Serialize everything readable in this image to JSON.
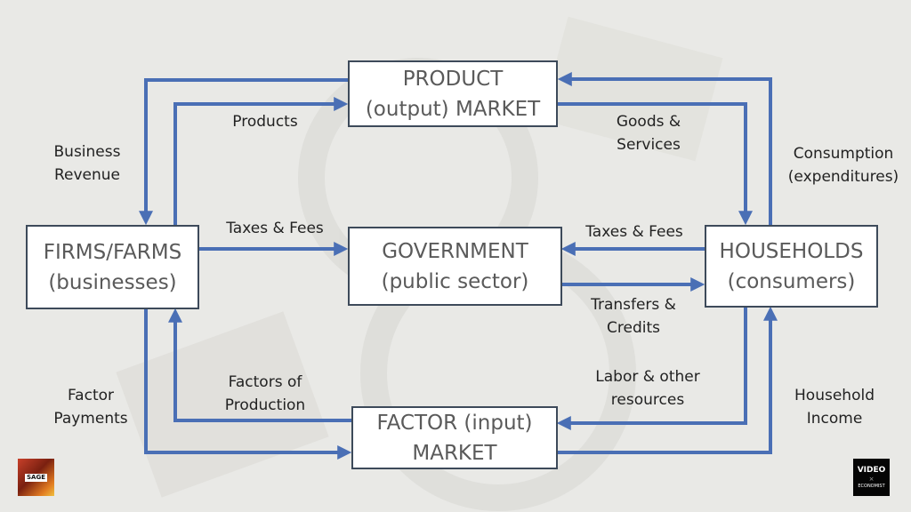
{
  "boxes": {
    "product": {
      "line1": "PRODUCT",
      "line2": "(output) MARKET"
    },
    "government": {
      "line1": "GOVERNMENT",
      "line2": "(public sector)"
    },
    "firms": {
      "line1": "FIRMS/FARMS",
      "line2": "(businesses)"
    },
    "households": {
      "line1": "HOUSEHOLDS",
      "line2": "(consumers)"
    },
    "factor": {
      "line1": "FACTOR (input)",
      "line2": "MARKET"
    }
  },
  "flows": {
    "business_revenue": {
      "line1": "Business",
      "line2": "Revenue"
    },
    "products": {
      "line1": "Products"
    },
    "goods_services": {
      "line1": "Goods &",
      "line2": "Services"
    },
    "consumption": {
      "line1": "Consumption",
      "line2": "(expenditures)"
    },
    "taxes_firms": {
      "line1": "Taxes & Fees"
    },
    "taxes_households": {
      "line1": "Taxes & Fees"
    },
    "transfers": {
      "line1": "Transfers &",
      "line2": "Credits"
    },
    "factor_payments": {
      "line1": "Factor",
      "line2": "Payments"
    },
    "factors_production": {
      "line1": "Factors of",
      "line2": "Production"
    },
    "labor": {
      "line1": "Labor & other",
      "line2": "resources"
    },
    "household_income": {
      "line1": "Household",
      "line2": "Income"
    }
  },
  "logos": {
    "left": "SAGE",
    "right_top": "VIDEO",
    "right_bottom": "ECONOMIST"
  },
  "colors": {
    "arrow": "#4a6fb5",
    "box_border": "#3d4a5a",
    "background": "#e9e9e6"
  }
}
